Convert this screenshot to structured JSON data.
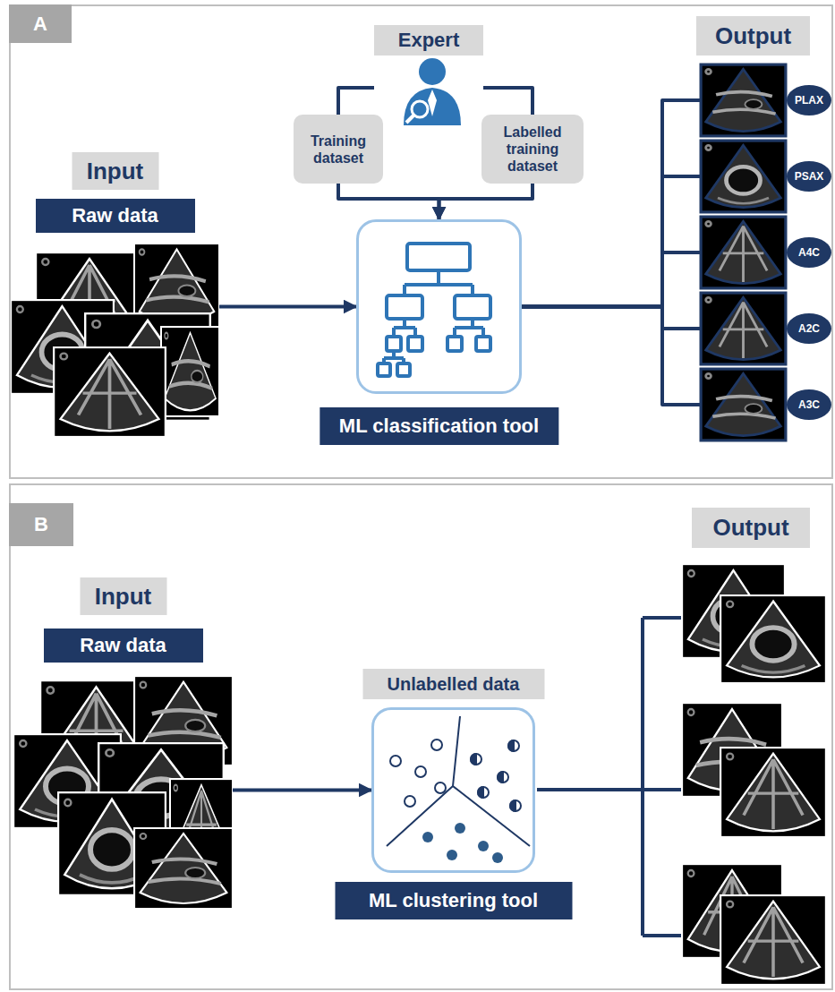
{
  "diagram": {
    "nodes": [
      {
        "text": [
          "A"
        ]
      },
      {
        "text": [
          "Expert"
        ],
        "in": 0
      },
      {
        "text": [
          "Training dataset"
        ],
        "in": 0
      },
      {
        "text": [
          "Labelled training dataset"
        ],
        "in": 0
      },
      {
        "text": [
          "Input",
          "Raw data"
        ],
        "in": 0
      },
      {
        "text": [
          "ML classification tool"
        ],
        "in": 0
      },
      {
        "text": [
          "Output"
        ],
        "in": 0
      },
      {
        "text": [
          "PLAX"
        ],
        "in": 0
      },
      {
        "text": [
          "PSAX"
        ],
        "in": 0
      },
      {
        "text": [
          "A4C"
        ],
        "in": 0
      },
      {
        "text": [
          "A2C"
        ],
        "in": 0
      },
      {
        "text": [
          "A3C"
        ],
        "in": 0
      },
      {
        "text": [
          "B"
        ]
      },
      {
        "text": [
          "Input",
          "Raw data"
        ],
        "in": 12
      },
      {
        "text": [
          "Unlabelled data",
          "ML clustering tool"
        ],
        "in": 12
      },
      {
        "text": [
          "Output"
        ],
        "in": 12
      }
    ],
    "edges": [
      {
        "from": 1,
        "to": 2,
        "arrow": "none"
      },
      {
        "from": 1,
        "to": 3,
        "arrow": "none"
      },
      {
        "from": 2,
        "to": 5,
        "arrow": "to"
      },
      {
        "from": 3,
        "to": 5,
        "arrow": "to"
      },
      {
        "from": 4,
        "to": 5,
        "arrow": "to"
      },
      {
        "from": 5,
        "to": 7,
        "arrow": "none"
      },
      {
        "from": 5,
        "to": 8,
        "arrow": "none"
      },
      {
        "from": 5,
        "to": 9,
        "arrow": "none"
      },
      {
        "from": 5,
        "to": 10,
        "arrow": "none"
      },
      {
        "from": 5,
        "to": 11,
        "arrow": "none"
      },
      {
        "from": 13,
        "to": 14,
        "arrow": "to"
      }
    ]
  }
}
